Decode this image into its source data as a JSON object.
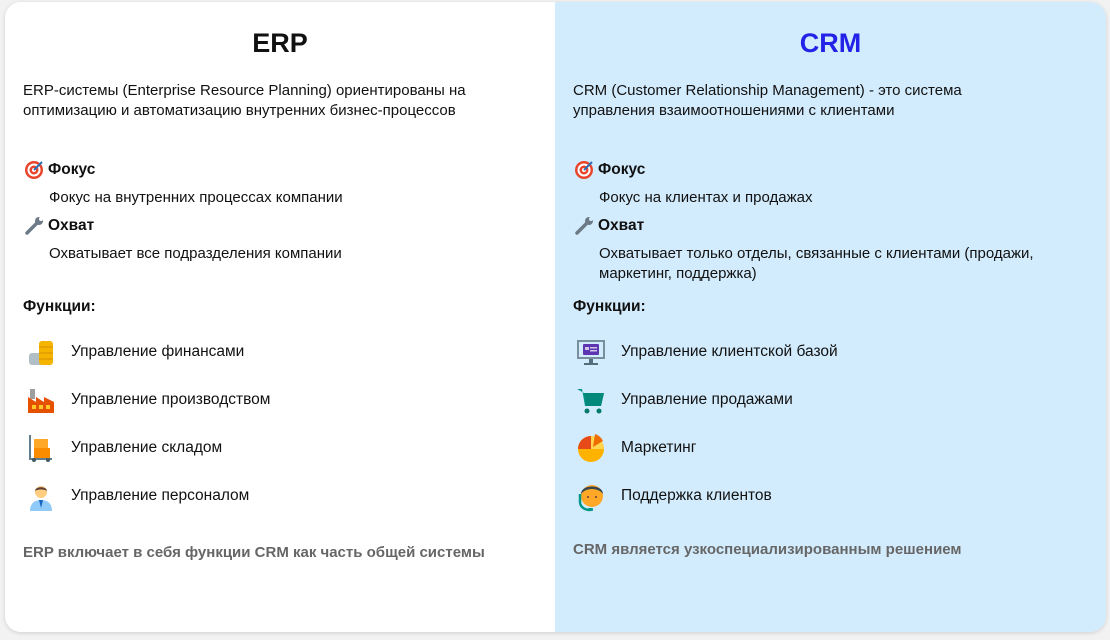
{
  "erp": {
    "title": "ERP",
    "description": "ERP-системы (Enterprise Resource Planning) ориентированы на оптимизацию и автоматизацию внутренних бизнес-процессов",
    "focus_label": "Фокус",
    "focus_text": "Фокус на внутренних процессах компании",
    "scope_label": "Охват",
    "scope_text": "Охватывает все подразделения компании",
    "functions_label": "Функции:",
    "functions": [
      {
        "label": "Управление финансами",
        "icon": "coins-icon"
      },
      {
        "label": "Управление производством",
        "icon": "factory-icon"
      },
      {
        "label": "Управление складом",
        "icon": "warehouse-cart-icon"
      },
      {
        "label": "Управление персоналом",
        "icon": "employee-icon"
      }
    ],
    "note": "ERP включает в себя функции CRM как часть общей системы"
  },
  "crm": {
    "title": "CRM",
    "title_color": "#2323e8",
    "description": "CRM (Customer Relationship Management) - это система управления взаимоотношениями с клиентами",
    "focus_label": "Фокус",
    "focus_text": "Фокус на клиентах и продажах",
    "scope_label": "Охват",
    "scope_text": "Охватывает только отделы, связанные с клиентами (продажи, маркетинг, поддержка)",
    "functions_label": "Функции:",
    "functions": [
      {
        "label": "Управление клиентской базой",
        "icon": "client-database-icon"
      },
      {
        "label": "Управление продажами",
        "icon": "shopping-cart-icon"
      },
      {
        "label": "Маркетинг",
        "icon": "pie-chart-icon"
      },
      {
        "label": "Поддержка клиентов",
        "icon": "support-agent-icon"
      }
    ],
    "note": "CRM является узкоспециализированным решением"
  }
}
